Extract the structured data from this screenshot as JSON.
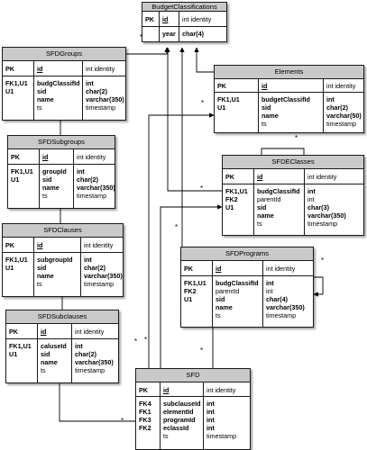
{
  "diagram": {
    "cardinality_label": "*",
    "entities": [
      {
        "key": "bc",
        "name": "BudgetClassifications",
        "pk": {
          "label": "PK",
          "name": "id",
          "type": "int identity"
        },
        "fields": [
          {
            "fk": "",
            "name": "year",
            "type": "char(4)",
            "bold": true
          }
        ]
      },
      {
        "key": "el",
        "name": "Elements",
        "pk": {
          "label": "PK",
          "name": "id",
          "type": "int identity"
        },
        "fields": [
          {
            "fk": "FK1,U1",
            "name": "budgetClassifId",
            "type": "int",
            "bold": true
          },
          {
            "fk": "U1",
            "name": "sid",
            "type": "char(2)",
            "bold": true
          },
          {
            "fk": "",
            "name": "name",
            "type": "varchar(50)",
            "bold": true
          },
          {
            "fk": "",
            "name": "ts",
            "type": "timestamp",
            "bold": false
          }
        ]
      },
      {
        "key": "gr",
        "name": "SFDGroups",
        "pk": {
          "label": "PK",
          "name": "id",
          "type": "int identity"
        },
        "fields": [
          {
            "fk": "FK1,U1",
            "name": "budgClassifId",
            "type": "int",
            "bold": true
          },
          {
            "fk": "U1",
            "name": "sid",
            "type": "char(2)",
            "bold": true
          },
          {
            "fk": "",
            "name": "name",
            "type": "varchar(350)",
            "bold": true
          },
          {
            "fk": "",
            "name": "ts",
            "type": "timestamp",
            "bold": false
          }
        ]
      },
      {
        "key": "sg",
        "name": "SFDSubgroups",
        "pk": {
          "label": "PK",
          "name": "id",
          "type": "int identity"
        },
        "fields": [
          {
            "fk": "FK1,U1",
            "name": "groupId",
            "type": "int",
            "bold": true
          },
          {
            "fk": "U1",
            "name": "sid",
            "type": "char(2)",
            "bold": true
          },
          {
            "fk": "",
            "name": "name",
            "type": "varchar(350)",
            "bold": true
          },
          {
            "fk": "",
            "name": "ts",
            "type": "timestamp",
            "bold": false
          }
        ]
      },
      {
        "key": "ec",
        "name": "SFDEClasses",
        "pk": {
          "label": "PK",
          "name": "id",
          "type": "int identity"
        },
        "fields": [
          {
            "fk": "FK1,U1",
            "name": "budgClassifId",
            "type": "int",
            "bold": true
          },
          {
            "fk": "FK2",
            "name": "parentId",
            "type": "int",
            "bold": false
          },
          {
            "fk": "U1",
            "name": "sid",
            "type": "char(3)",
            "bold": true
          },
          {
            "fk": "",
            "name": "name",
            "type": "varchar(350)",
            "bold": true
          },
          {
            "fk": "",
            "name": "ts",
            "type": "timestamp",
            "bold": false
          }
        ]
      },
      {
        "key": "cl",
        "name": "SFDClauses",
        "pk": {
          "label": "PK",
          "name": "id",
          "type": "int identity"
        },
        "fields": [
          {
            "fk": "FK1,U1",
            "name": "subgroupId",
            "type": "int",
            "bold": true
          },
          {
            "fk": "U1",
            "name": "sid",
            "type": "char(2)",
            "bold": true
          },
          {
            "fk": "",
            "name": "name",
            "type": "varchar(350)",
            "bold": true
          },
          {
            "fk": "",
            "name": "ts",
            "type": "timestamp",
            "bold": false
          }
        ]
      },
      {
        "key": "pr",
        "name": "SFDPrograms",
        "pk": {
          "label": "PK",
          "name": "id",
          "type": "int identity"
        },
        "fields": [
          {
            "fk": "FK1,U1",
            "name": "budgClassifId",
            "type": "int",
            "bold": true
          },
          {
            "fk": "FK2",
            "name": "parentId",
            "type": "int",
            "bold": false
          },
          {
            "fk": "U1",
            "name": "sid",
            "type": "char(4)",
            "bold": true
          },
          {
            "fk": "",
            "name": "name",
            "type": "varchar(350)",
            "bold": true
          },
          {
            "fk": "",
            "name": "ts",
            "type": "timestamp",
            "bold": false
          }
        ]
      },
      {
        "key": "sc",
        "name": "SFDSubclauses",
        "pk": {
          "label": "PK",
          "name": "id",
          "type": "int identity"
        },
        "fields": [
          {
            "fk": "FK1,U1",
            "name": "caluseId",
            "type": "int",
            "bold": true
          },
          {
            "fk": "U1",
            "name": "sid",
            "type": "char(2)",
            "bold": true
          },
          {
            "fk": "",
            "name": "name",
            "type": "varchar(350)",
            "bold": true
          },
          {
            "fk": "",
            "name": "ts",
            "type": "timestamp",
            "bold": false
          }
        ]
      },
      {
        "key": "sfd",
        "name": "SFD",
        "pk": {
          "label": "PK",
          "name": "id",
          "type": "int identity"
        },
        "fields": [
          {
            "fk": "FK4",
            "name": "subclauseId",
            "type": "int",
            "bold": true
          },
          {
            "fk": "FK1",
            "name": "elementId",
            "type": "int",
            "bold": true
          },
          {
            "fk": "FK3",
            "name": "programId",
            "type": "int",
            "bold": true
          },
          {
            "fk": "FK2",
            "name": "eclassId",
            "type": "int",
            "bold": true
          },
          {
            "fk": "",
            "name": "ts",
            "type": "timestamp",
            "bold": false
          }
        ]
      }
    ],
    "relationships": [
      {
        "from": "gr",
        "to": "bc"
      },
      {
        "from": "el",
        "to": "bc"
      },
      {
        "from": "ec",
        "to": "bc"
      },
      {
        "from": "pr",
        "to": "bc"
      },
      {
        "from": "sg",
        "to": "gr"
      },
      {
        "from": "cl",
        "to": "sg"
      },
      {
        "from": "sc",
        "to": "cl"
      },
      {
        "from": "sfd",
        "to": "sc"
      },
      {
        "from": "sfd",
        "to": "el"
      },
      {
        "from": "sfd",
        "to": "ec"
      },
      {
        "from": "sfd",
        "to": "pr"
      },
      {
        "from": "ec",
        "to": "ec"
      },
      {
        "from": "pr",
        "to": "pr"
      }
    ]
  }
}
